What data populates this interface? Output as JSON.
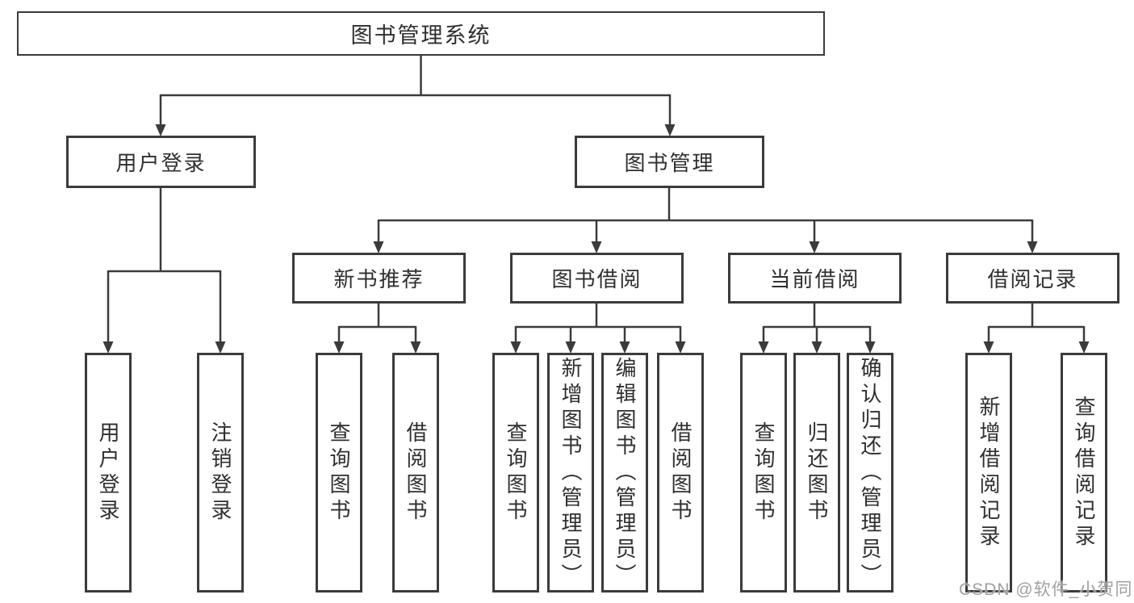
{
  "diagram_title": "图书管理系统",
  "colors": {
    "line": "#3b3b3b",
    "box_border": "#3b3b3b",
    "text": "#2f2f2f",
    "background": "#ffffff",
    "watermark": "#a0a0a0"
  },
  "tree": {
    "root": "图书管理系统",
    "branches": [
      {
        "label": "用户登录",
        "children": [
          "用户登录",
          "注销登录"
        ]
      },
      {
        "label": "图书管理",
        "children": [
          {
            "label": "新书推荐",
            "children": [
              "查询图书",
              "借阅图书"
            ]
          },
          {
            "label": "图书借阅",
            "children": [
              "查询图书",
              "新增图书（管理员）",
              "编辑图书（管理员）",
              "借阅图书"
            ]
          },
          {
            "label": "当前借阅",
            "children": [
              "查询图书",
              "归还图书",
              "确认归还（管理员）"
            ]
          },
          {
            "label": "借阅记录",
            "children": [
              "新增借阅记录",
              "查询借阅记录"
            ]
          }
        ]
      }
    ]
  },
  "watermark": "CSDN @软件_小贺同学"
}
